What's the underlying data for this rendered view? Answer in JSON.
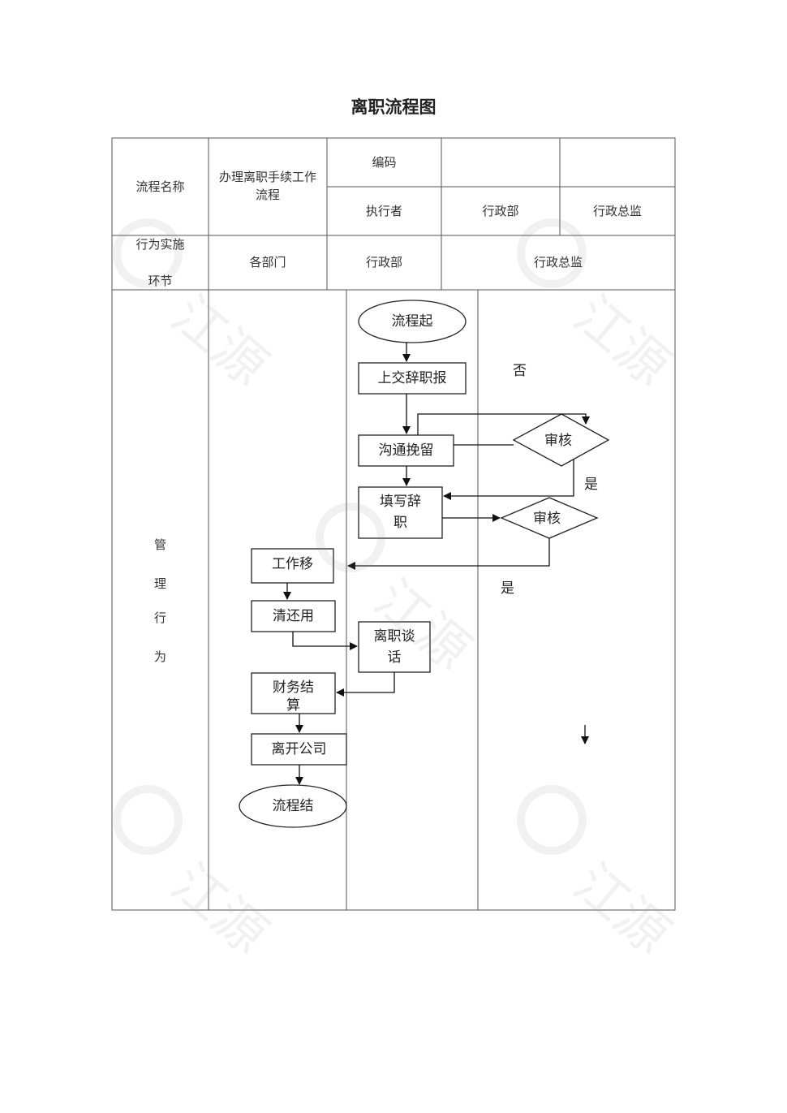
{
  "title": "离职流程图",
  "header": {
    "process_name_label": "流程名称",
    "process_name_value": "办理离职手续工作流程",
    "code_label": "编码",
    "executor_label": "执行者",
    "executor_dept": "行政部",
    "executor_role": "行政总监",
    "stage_label": "行为实施环节",
    "stage_label_line1": "行为实施",
    "stage_label_line2": "环节",
    "lane_all_depts": "各部门",
    "lane_admin": "行政部",
    "lane_director": "行政总监"
  },
  "side_label": [
    "管",
    "理",
    "行",
    "为"
  ],
  "nodes": {
    "start": "流程起",
    "submit": "上交辞职报",
    "communicate": "沟通挽留",
    "review1": "审核",
    "fill_line1": "填写辞",
    "fill_line2": "职",
    "review2": "审核",
    "handover": "工作移",
    "return": "清还用",
    "interview_line1": "离职谈",
    "interview_line2": "话",
    "settle_line1": "财务结",
    "settle_line2": "算",
    "leave": "离开公司",
    "end": "流程结"
  },
  "edge_labels": {
    "no": "否",
    "yes1": "是",
    "yes2": "是"
  },
  "watermark": "江源"
}
